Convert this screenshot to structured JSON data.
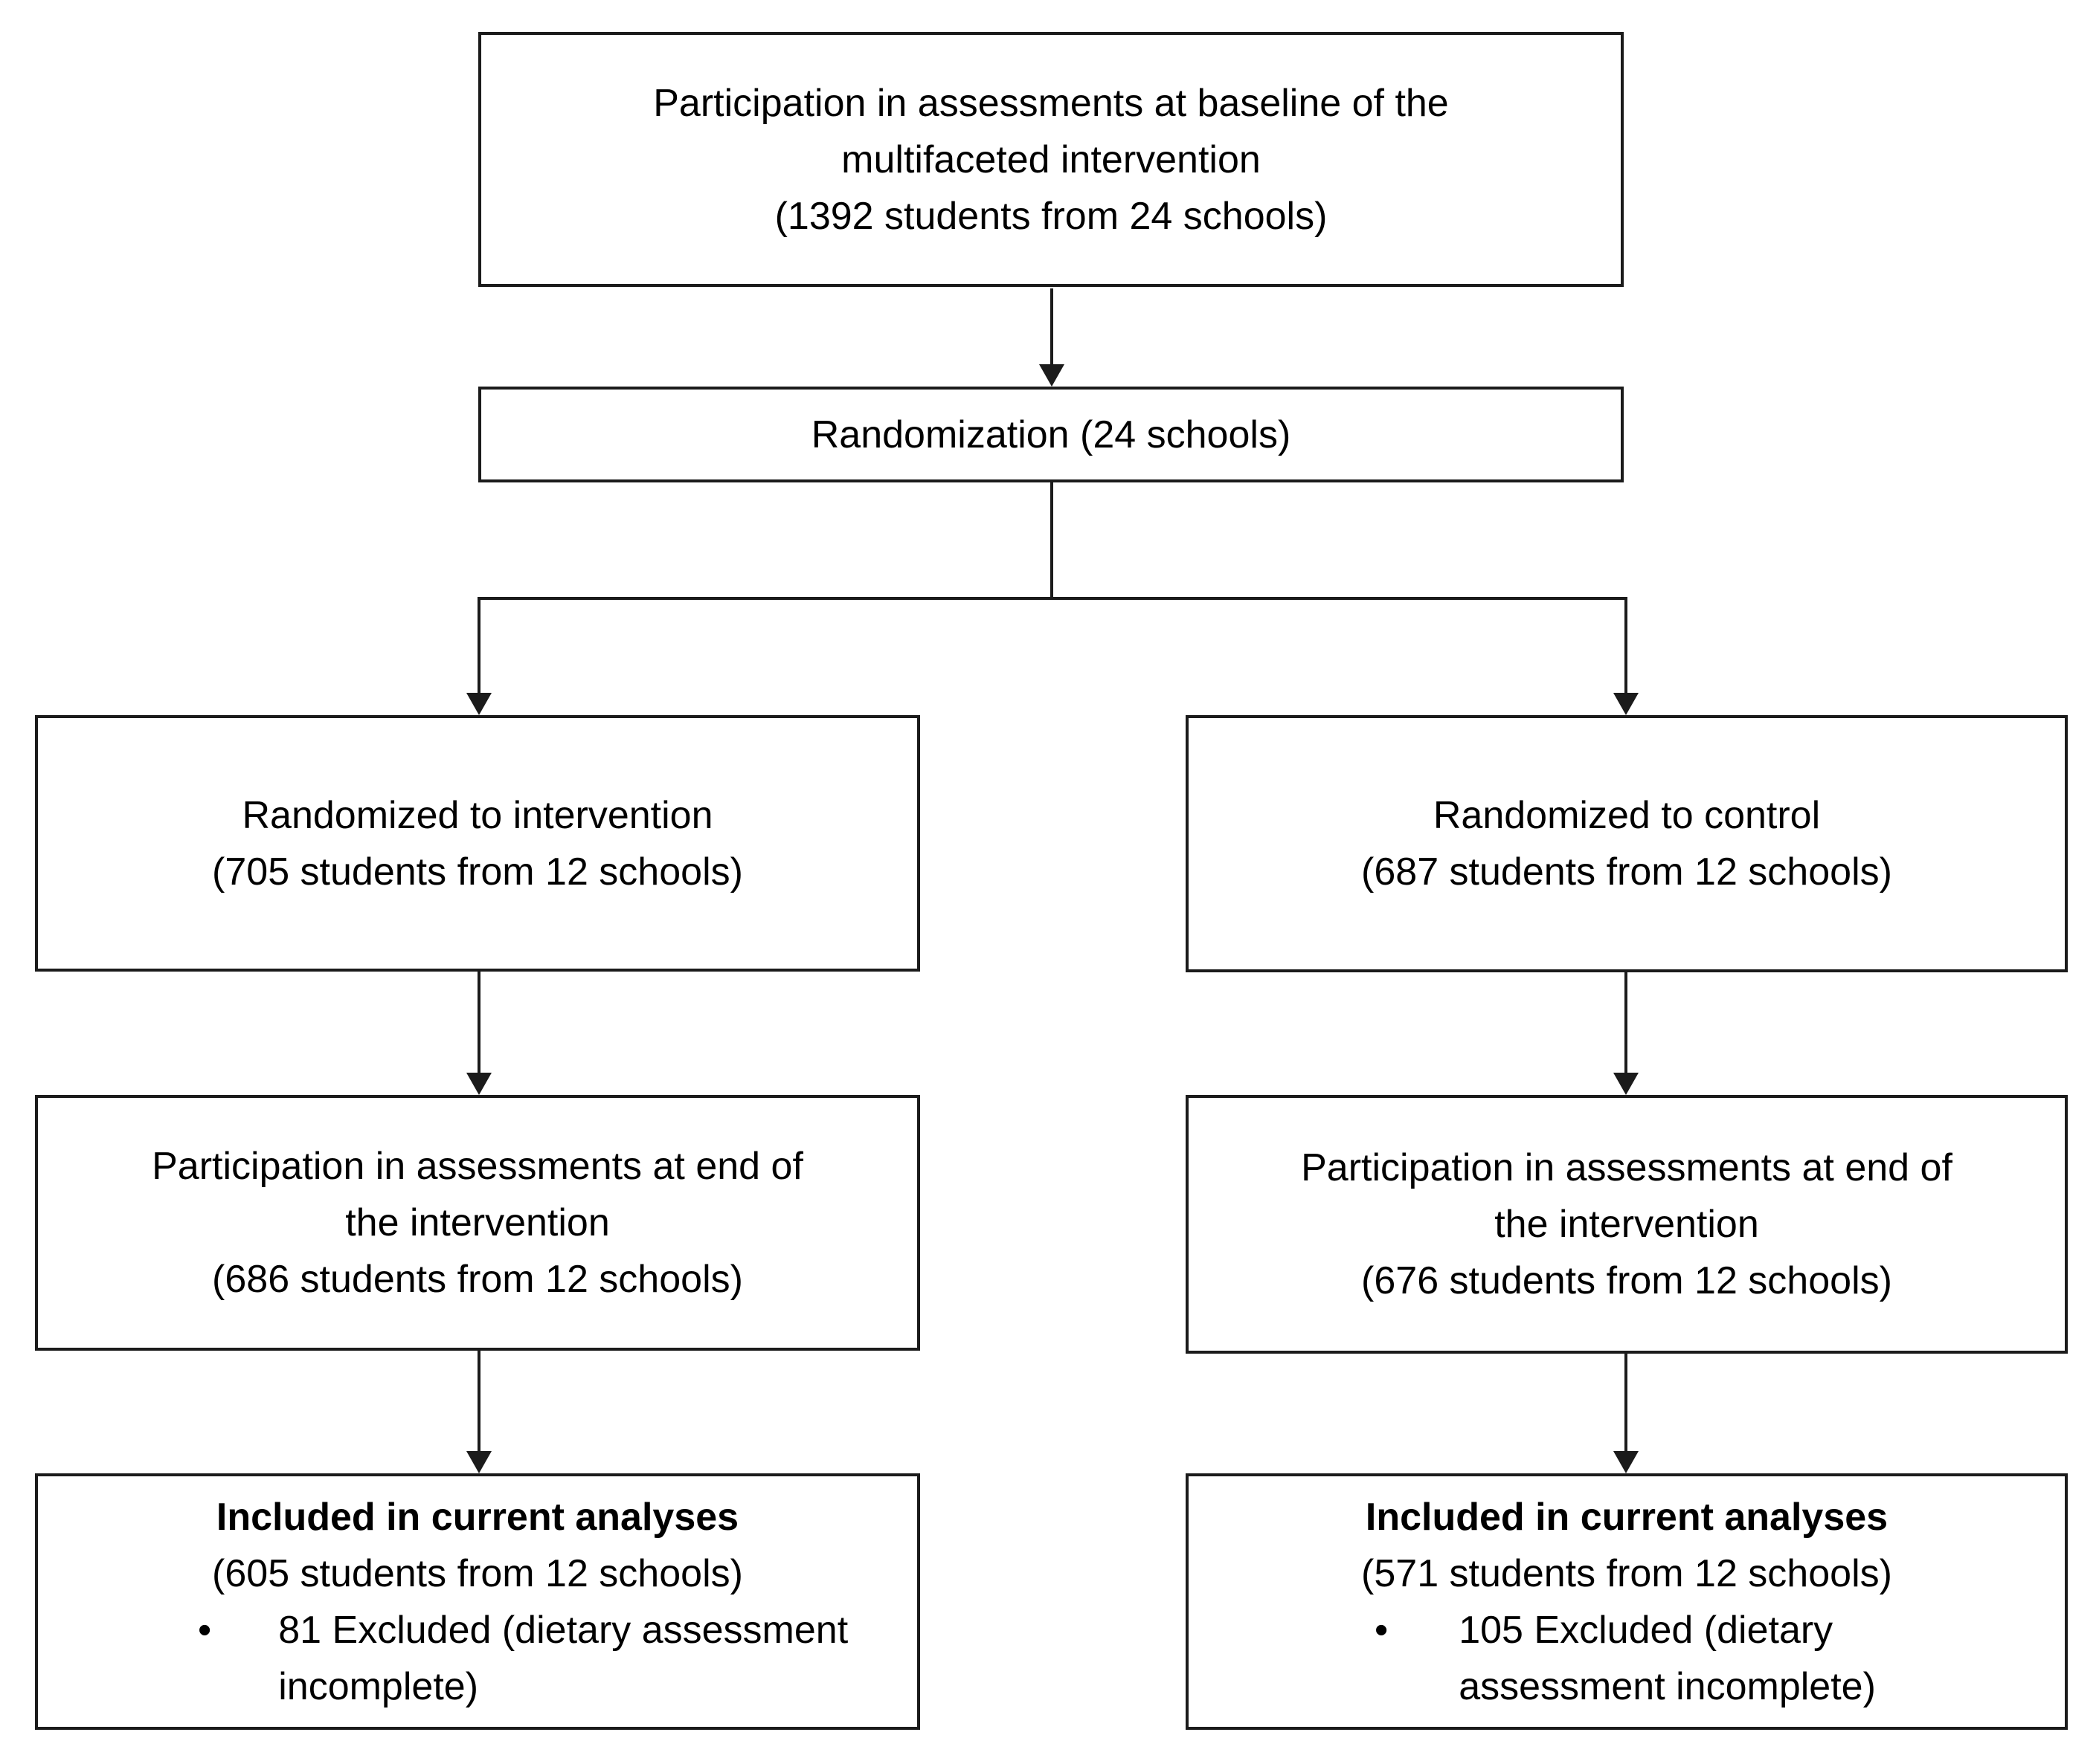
{
  "diagram": {
    "colors": {
      "line": "#1b1b1b",
      "text": "#000000",
      "background": "#ffffff"
    },
    "bullet_char": "•",
    "boxes": {
      "baseline": {
        "lines": [
          "Participation in assessments at baseline of the",
          "multifaceted intervention",
          "(1392 students from 24 schools)"
        ]
      },
      "randomization": {
        "lines": [
          "Randomization (24 schools)"
        ]
      },
      "randomized_intervention": {
        "lines": [
          "Randomized to intervention",
          "(705 students from 12 schools)"
        ]
      },
      "randomized_control": {
        "lines": [
          "Randomized to control",
          "(687 students from 12 schools)"
        ]
      },
      "end_intervention": {
        "lines": [
          "Participation in assessments at end of",
          "the intervention",
          "(686 students from 12 schools)"
        ]
      },
      "end_control": {
        "lines": [
          "Participation in assessments at end of",
          "the intervention",
          "(676 students from 12 schools)"
        ]
      },
      "included_intervention": {
        "title": "Included in current analyses",
        "subtitle": "(605 students from 12 schools)",
        "exclusion_lines": [
          "81 Excluded (dietary assessment",
          "incomplete)"
        ]
      },
      "included_control": {
        "title": "Included in current analyses",
        "subtitle": "(571 students from 12 schools)",
        "exclusion_lines": [
          "105 Excluded (dietary",
          "assessment incomplete)"
        ]
      }
    }
  }
}
